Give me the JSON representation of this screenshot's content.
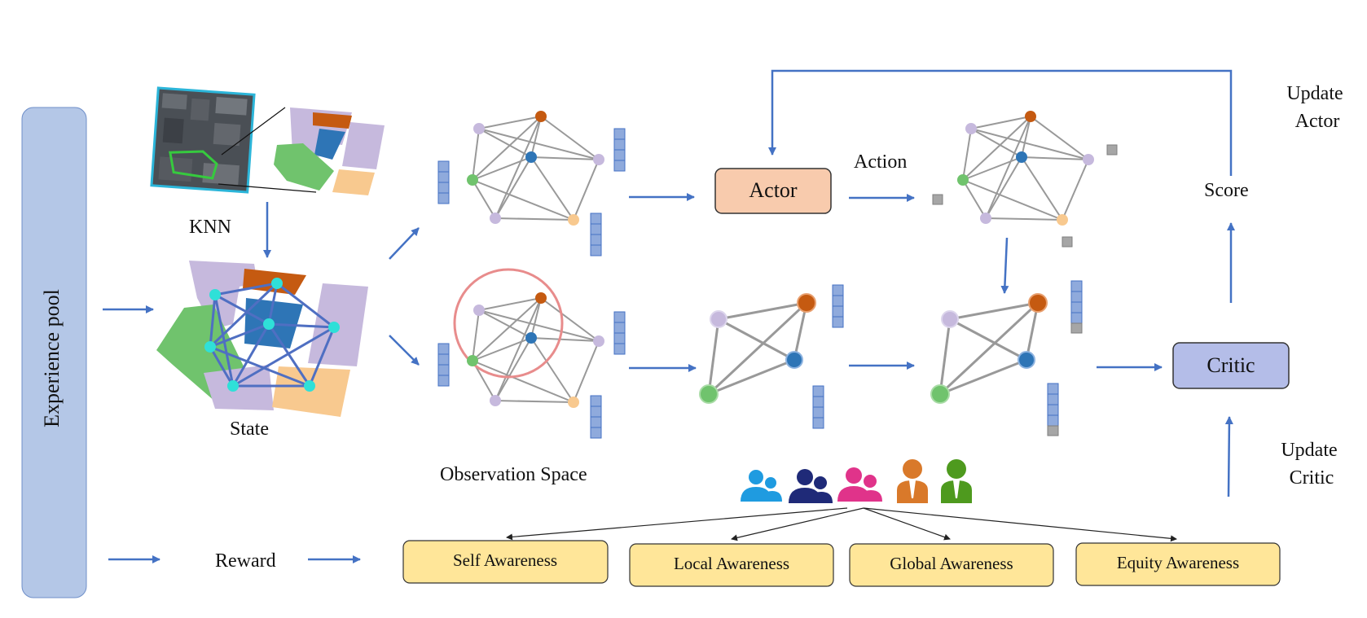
{
  "experience_pool": {
    "label": "Experience pool"
  },
  "labels": {
    "knn": "KNN",
    "state": "State",
    "observation_space": "Observation Space",
    "action": "Action",
    "score": "Score",
    "update_actor": "Update Actor",
    "update_critic": "Update Critic",
    "reward": "Reward"
  },
  "boxes": {
    "actor": "Actor",
    "critic": "Critic"
  },
  "awareness": [
    "Self Awareness",
    "Local Awareness",
    "Global Awareness",
    "Equity Awareness"
  ],
  "colors": {
    "arrow": "#4472c4",
    "pool_fill": "#b4c7e7",
    "actor_fill": "#f8cbad",
    "critic_fill": "#b4bde8",
    "awareness_fill": "#ffe699",
    "node_lavender": "#c6b9dd",
    "node_brown": "#c55a11",
    "node_blue": "#2e75b6",
    "node_green": "#70c36d",
    "node_peach": "#f8c98f",
    "feature_vector": "#8faadc",
    "agent_lightblue": "#1f9be0",
    "agent_navy": "#1f2a78",
    "agent_magenta": "#e0338a",
    "agent_orange": "#d9792a",
    "agent_green": "#4e9a1e"
  }
}
